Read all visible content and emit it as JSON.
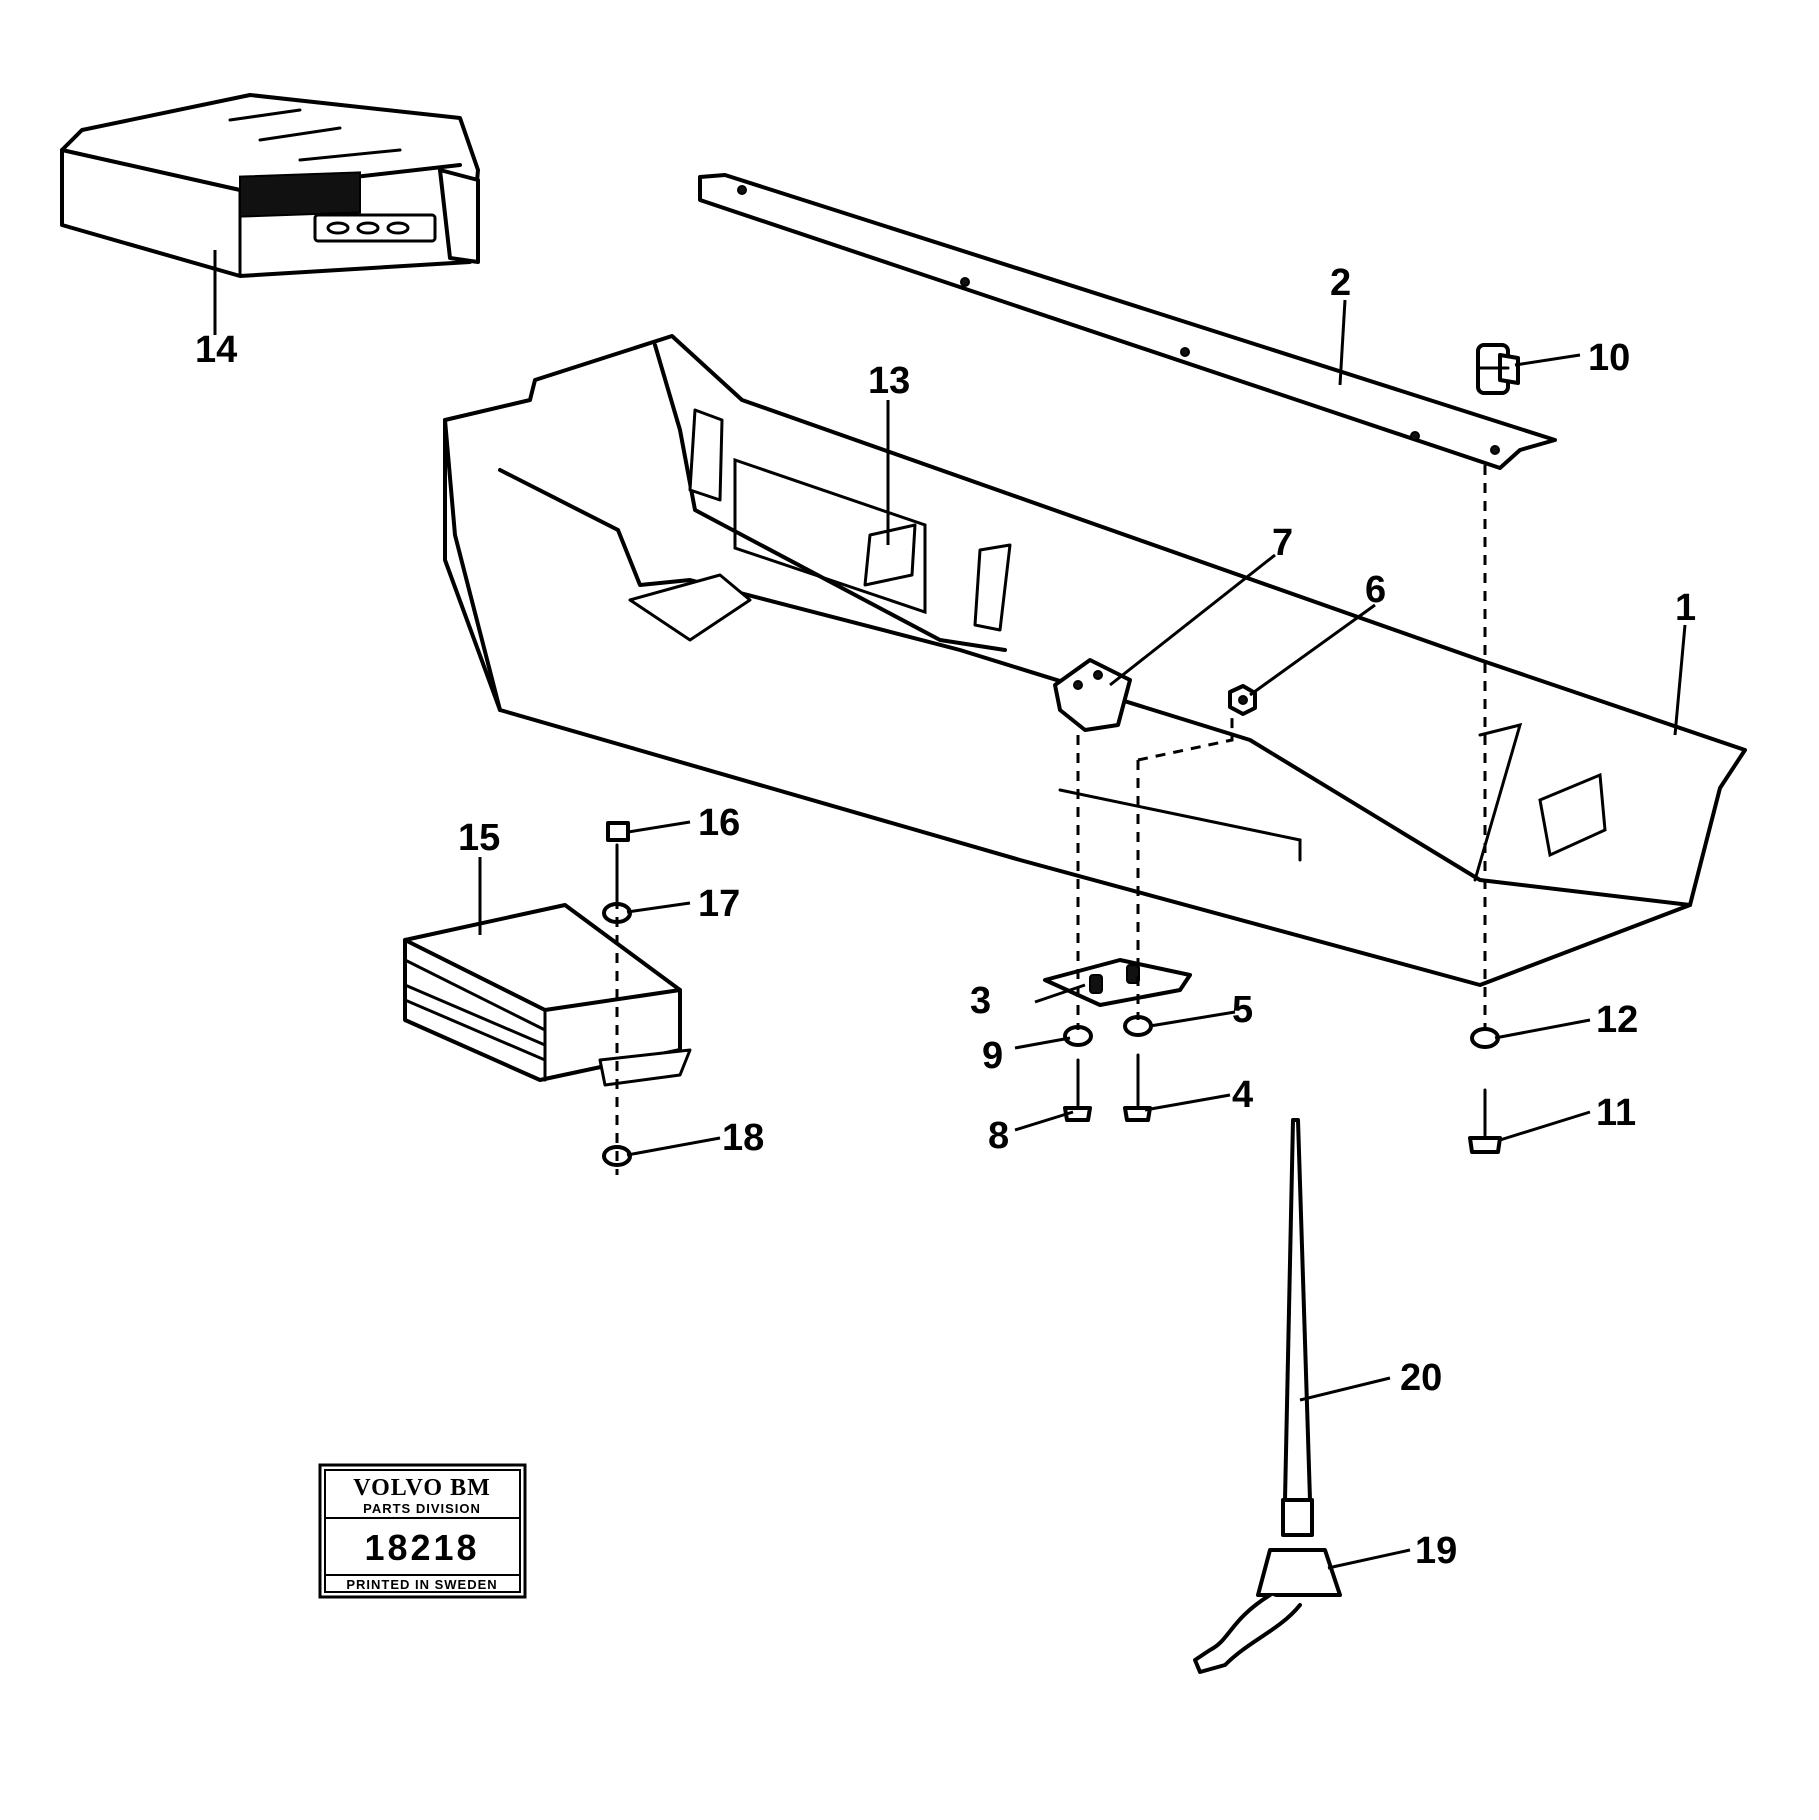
{
  "diagram": {
    "callouts": [
      {
        "id": "c1",
        "label": "1"
      },
      {
        "id": "c2",
        "label": "2"
      },
      {
        "id": "c3",
        "label": "3"
      },
      {
        "id": "c4",
        "label": "4"
      },
      {
        "id": "c5",
        "label": "5"
      },
      {
        "id": "c6",
        "label": "6"
      },
      {
        "id": "c7",
        "label": "7"
      },
      {
        "id": "c8",
        "label": "8"
      },
      {
        "id": "c9",
        "label": "9"
      },
      {
        "id": "c10",
        "label": "10"
      },
      {
        "id": "c11",
        "label": "11"
      },
      {
        "id": "c12",
        "label": "12"
      },
      {
        "id": "c13",
        "label": "13"
      },
      {
        "id": "c14",
        "label": "14"
      },
      {
        "id": "c15",
        "label": "15"
      },
      {
        "id": "c16",
        "label": "16"
      },
      {
        "id": "c17",
        "label": "17"
      },
      {
        "id": "c18",
        "label": "18"
      },
      {
        "id": "c19",
        "label": "19"
      },
      {
        "id": "c20",
        "label": "20"
      }
    ]
  },
  "stamp": {
    "brand": "VOLVO BM",
    "division": "PARTS DIVISION",
    "number": "18218",
    "footer": "PRINTED IN SWEDEN"
  }
}
